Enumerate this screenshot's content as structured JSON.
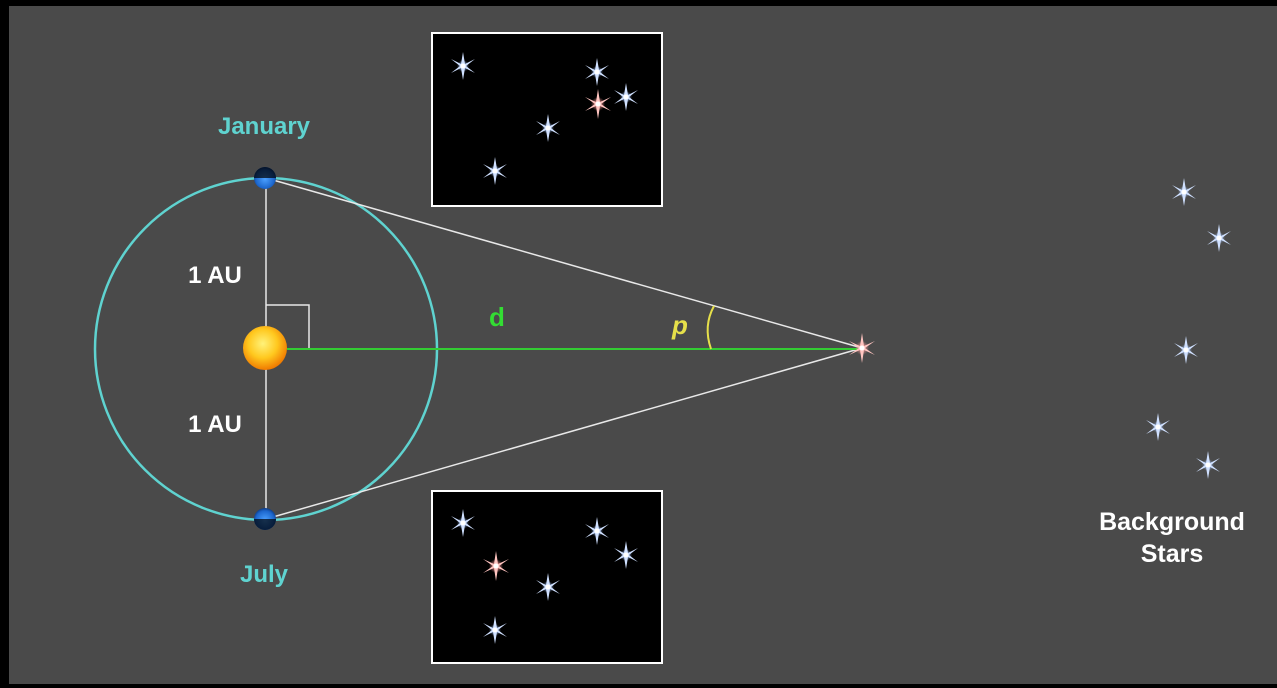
{
  "labels": {
    "january": "January",
    "july": "July",
    "au_top": "1 AU",
    "au_bottom": "1 AU",
    "distance": "d",
    "parallax": "p",
    "background_line1": "Background",
    "background_line2": "Stars"
  },
  "colors": {
    "background": "#4a4a4a",
    "border": "#000000",
    "orbit": "#5fd3d0",
    "month_text": "#5fd3d0",
    "au_text": "#ffffff",
    "distance_line": "#33cc33",
    "distance_text": "#33dd33",
    "parallax_text": "#e6e04a",
    "sight_lines": "#e8e8e8",
    "earth": "#2277dd",
    "sun_center": "#ffe04a",
    "sun_edge": "#f08a00",
    "star_blue": "#a8c8ff",
    "star_pink": "#ff9a9a",
    "inset_bg": "#000000",
    "inset_border": "#ffffff"
  },
  "icons": {
    "sun": "sun-icon",
    "earth": "earth-icon",
    "target_star": "star-icon",
    "background_star": "star-icon"
  }
}
